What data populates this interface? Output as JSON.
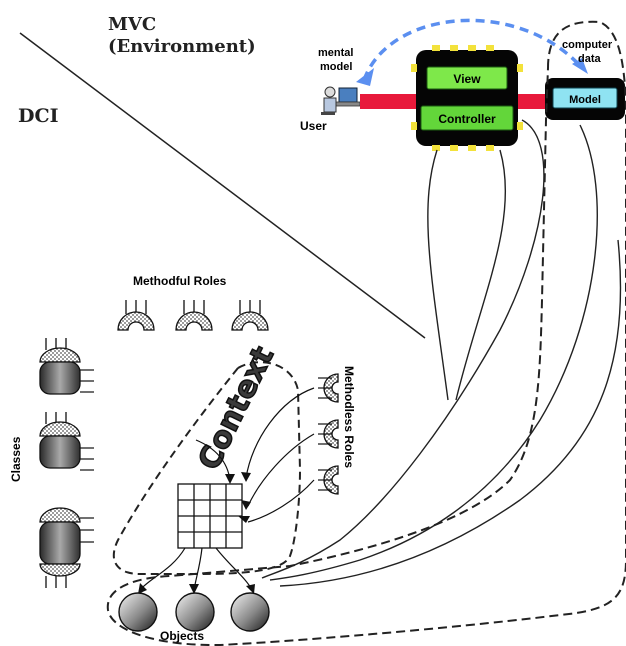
{
  "titles": {
    "mvc_line1": "MVC",
    "mvc_line2": "(Environment)",
    "dci": "DCI"
  },
  "mvc": {
    "mental_model_line1": "mental",
    "mental_model_line2": "model",
    "user": "User",
    "view": "View",
    "controller": "Controller",
    "model": "Model",
    "computer_data_line1": "computer",
    "computer_data_line2": "data"
  },
  "dci": {
    "methodful_roles": "Methodful Roles",
    "classes": "Classes",
    "context": "Context",
    "methodless_roles": "Methodless Roles",
    "objects": "Objects"
  },
  "colors": {
    "view_green": "#7ee84a",
    "controller_green": "#63d63a",
    "model_cyan": "#8fe3f2",
    "connector_red": "#e8193b",
    "dashed_blue": "#5b8ff0"
  }
}
